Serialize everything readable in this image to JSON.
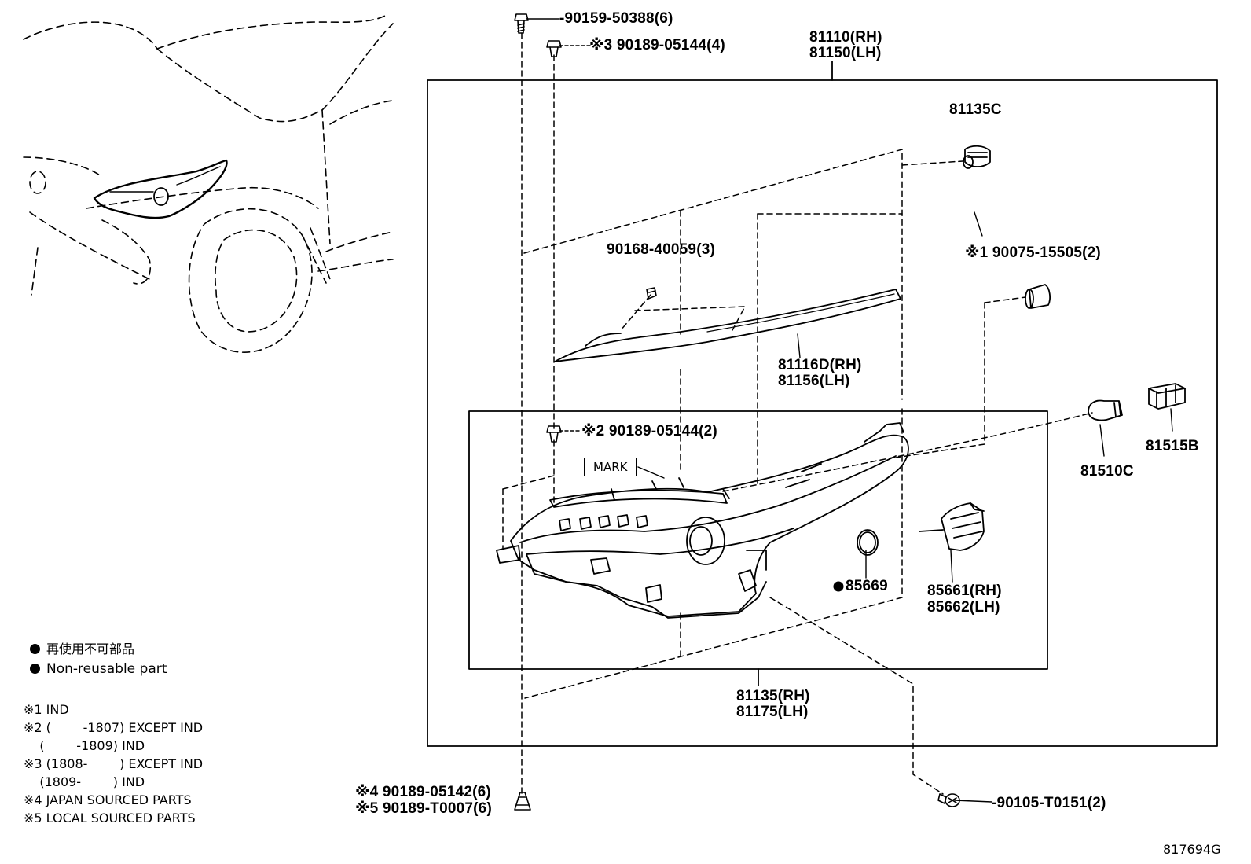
{
  "callouts": {
    "bolt_top": "-90159-50388(6)",
    "clip_note3": "※3 90189-05144(4)",
    "assy_rh": "81110(RH)",
    "assy_lh": "81150(LH)",
    "socket_c": "81135C",
    "screw_trim": "90168-40059(3)",
    "grommet_note1": "※1 90075-15505(2)",
    "trim_rh": "81116D(RH)",
    "trim_lh": "81156(LH)",
    "clip_note2": "※2 90189-05144(2)",
    "mark": "MARK",
    "bulb_c": "81510C",
    "socket_b": "81515B",
    "gasket": "85669",
    "motor_rh": "85661(RH)",
    "motor_lh": "85662(LH)",
    "unit_rh": "81135(RH)",
    "unit_lh": "81175(LH)",
    "clip_note4": "※4 90189-05142(6)",
    "clip_note5": "※5 90189-T0007(6)",
    "screw_bottom": "-90105-T0151(2)"
  },
  "legend": {
    "nonreusable_ja": "再使用不可部品",
    "nonreusable_en": "Non-reusable part",
    "note1": "※1 IND",
    "note2a": "※2 (        -1807) EXCEPT IND",
    "note2b": "    (        -1809) IND",
    "note3a": "※3 (1808-        ) EXCEPT IND",
    "note3b": "    (1809-        ) IND",
    "note4": "※4 JAPAN SOURCED PARTS",
    "note5": "※5 LOCAL SOURCED PARTS"
  },
  "diagram_id": "817694G"
}
